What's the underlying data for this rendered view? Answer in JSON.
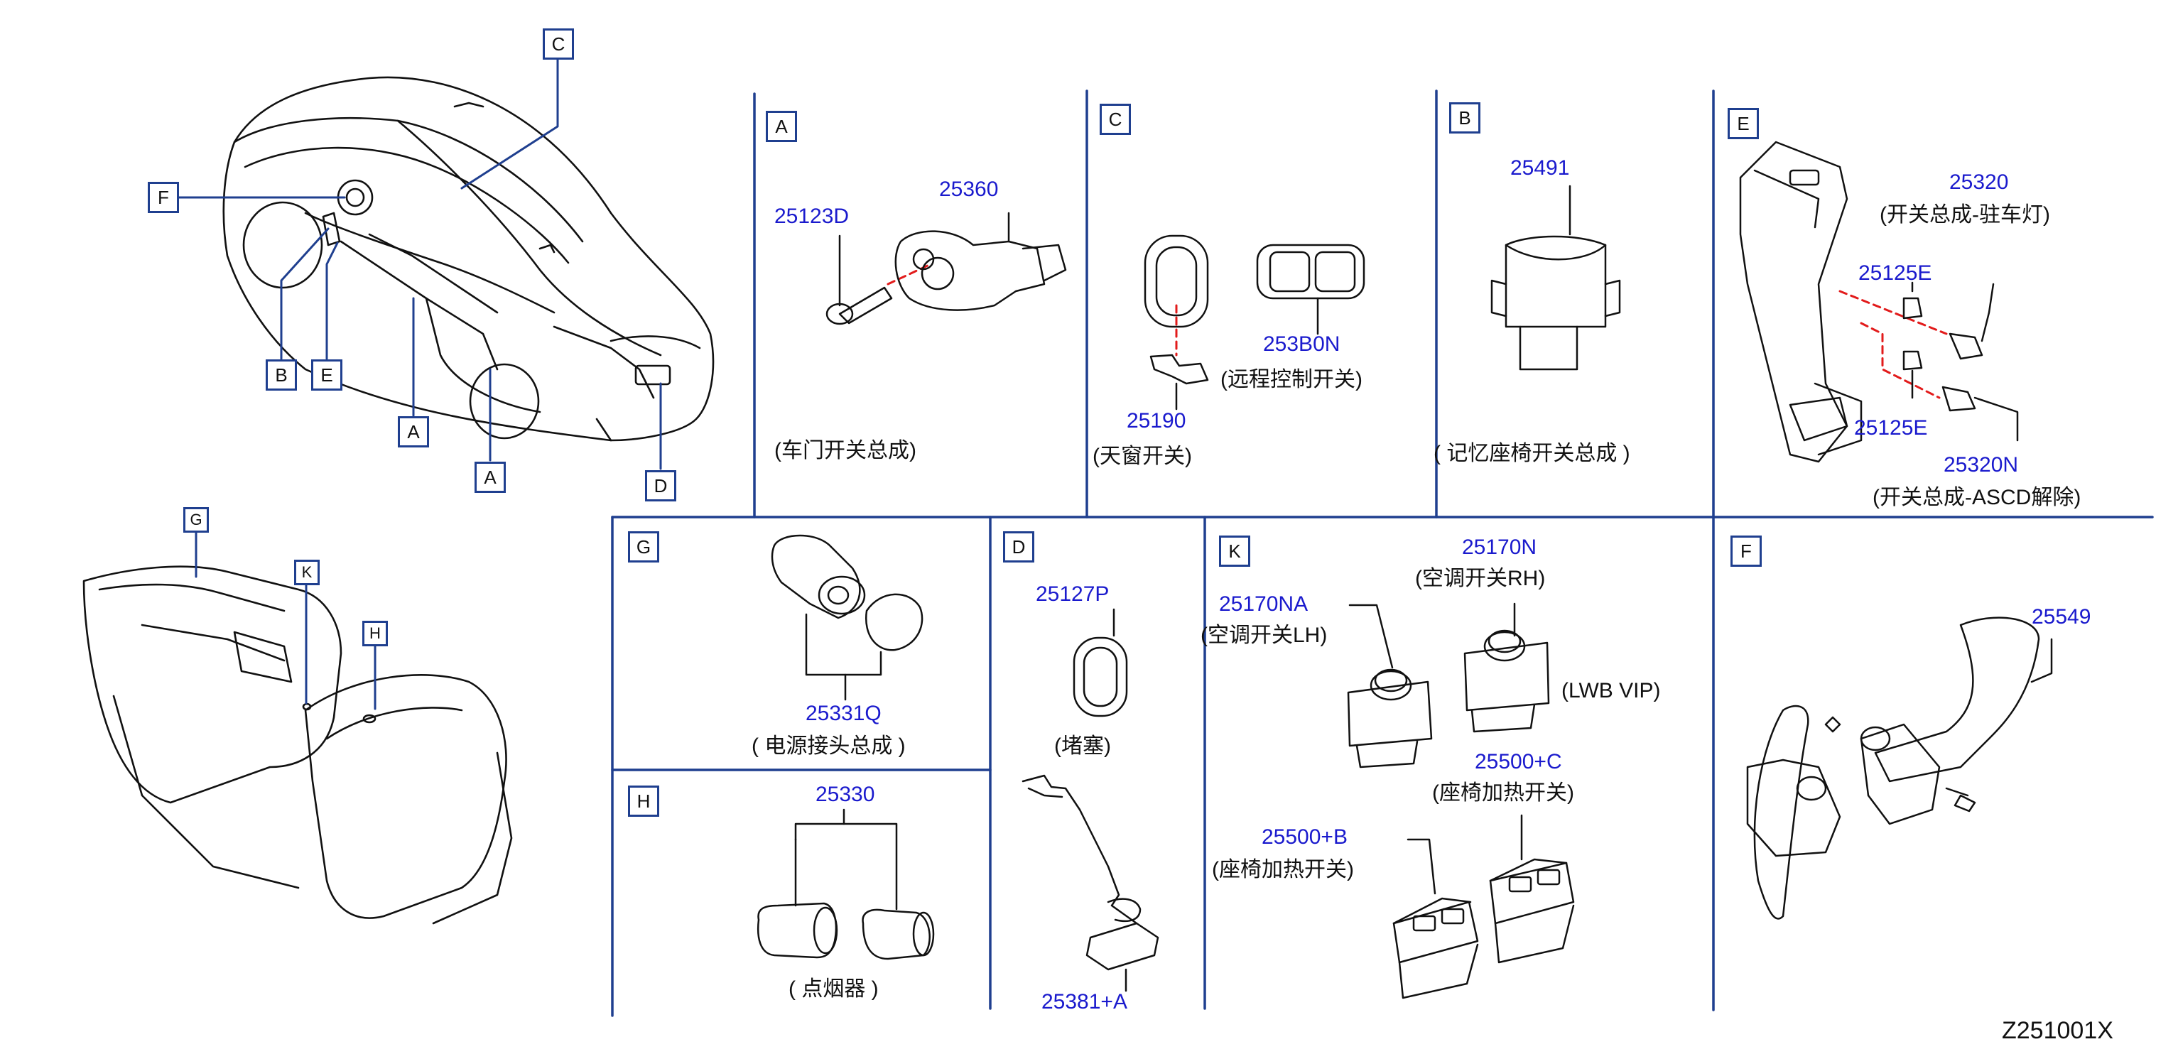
{
  "diagram_code": "Z251001X",
  "overview": {
    "car_callouts": [
      "C",
      "F",
      "B",
      "E",
      "A",
      "A",
      "D"
    ],
    "console_callouts": [
      "G",
      "K",
      "H"
    ]
  },
  "sections": {
    "A": {
      "letter": "A",
      "parts": [
        "25123D",
        "25360"
      ],
      "caption": "(车门开关总成)"
    },
    "C": {
      "letter": "C",
      "parts": [
        "25190",
        "253B0N"
      ],
      "caption": "(天窗开关)",
      "caption2": "(远程控制开关)"
    },
    "B": {
      "letter": "B",
      "parts": [
        "25491"
      ],
      "caption": "( 记忆座椅开关总成 )"
    },
    "E": {
      "letter": "E",
      "parts": [
        "25320",
        "25125E",
        "25125E",
        "25320N"
      ],
      "caption": "(开关总成-驻车灯)",
      "caption2": "(开关总成-ASCD解除)"
    },
    "G": {
      "letter": "G",
      "parts": [
        "25331Q"
      ],
      "caption": "( 电源接头总成 )"
    },
    "H": {
      "letter": "H",
      "parts": [
        "25330"
      ],
      "caption": "( 点烟器 )"
    },
    "D": {
      "letter": "D",
      "parts": [
        "25127P",
        "25381+A"
      ],
      "caption": "(堵塞)"
    },
    "K": {
      "letter": "K",
      "parts": [
        "25170N",
        "25170NA",
        "25500+C",
        "25500+B"
      ],
      "caption_rh": "(空调开关RH)",
      "caption_lh": "(空调开关LH)",
      "note": "(LWB   VIP)",
      "caption_seat_c": "(座椅加热开关)",
      "caption_seat_b": "(座椅加热开关)"
    },
    "F": {
      "letter": "F",
      "parts": [
        "25549"
      ]
    }
  }
}
